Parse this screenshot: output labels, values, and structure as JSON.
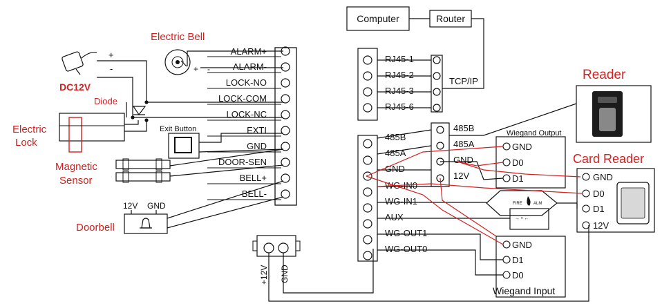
{
  "colors": {
    "line": "#111111",
    "accent": "#d42020",
    "background": "#ffffff"
  },
  "left": {
    "electric_bell": "Electric Bell",
    "bell_plus": "+",
    "bell_minus": "-",
    "adapter_plus": "+",
    "adapter_minus": "-",
    "dc12v": "DC12V",
    "diode": "Diode",
    "electric_lock_1": "Electric",
    "electric_lock_2": "Lock",
    "exit_button": "Exit Button",
    "magnetic_sensor_1": "Magnetic",
    "magnetic_sensor_2": "Sensor",
    "doorbell": "Doorbell",
    "doorbell_12v": "12V",
    "doorbell_gnd": "GND",
    "terminals": [
      "ALARM+",
      "ALARM-",
      "LOCK-NO",
      "LOCK-COM",
      "LOCK-NC",
      "EXTI",
      "GND",
      "DOOR-SEN",
      "BELL+",
      "BELL-"
    ]
  },
  "power_block": {
    "plus12v": "+12V",
    "gnd": "GND"
  },
  "right": {
    "computer": "Computer",
    "router": "Router",
    "tcpip": "TCP/IP",
    "rj45": [
      "RJ45-1",
      "RJ45-2",
      "RJ45-3",
      "RJ45-6"
    ],
    "main_labels": [
      "485B",
      "485A",
      "GND",
      "WG-IN0",
      "WG-IN1",
      "AUX",
      "WG-OUT1",
      "WG-OUT0"
    ],
    "mid_labels": [
      "485B",
      "485A",
      "GND",
      "12V"
    ],
    "wiegand_output_title": "Wiegand Output",
    "wiegand_output_pins": [
      "GND",
      "D0",
      "D1"
    ],
    "wiegand_input_title": "Wiegand Input",
    "wiegand_input_pins": [
      "GND",
      "D1",
      "D0"
    ],
    "reader_title": "Reader",
    "card_reader_title": "Card Reader",
    "card_reader_pins": [
      "GND",
      "D0",
      "D1",
      "12V"
    ]
  }
}
